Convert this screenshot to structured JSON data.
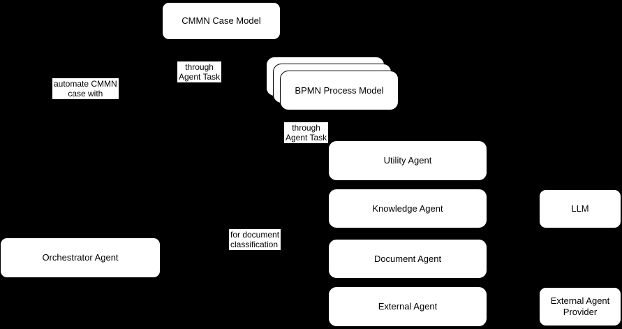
{
  "diagram": {
    "colors": {
      "background": "#000000",
      "node_fill": "#ffffff",
      "node_border": "#000000",
      "text": "#000000"
    },
    "nodes": {
      "cmmn": {
        "label": "CMMN Case Model"
      },
      "bpmn": {
        "label": "BPMN Process Model"
      },
      "utility": {
        "label": "Utility Agent"
      },
      "knowledge": {
        "label": "Knowledge Agent"
      },
      "llm": {
        "label": "LLM"
      },
      "document": {
        "label": "Document Agent"
      },
      "external": {
        "label": "External Agent"
      },
      "external_provider": {
        "label": "External Agent Provider"
      },
      "orchestrator": {
        "label": "Orchestrator Agent"
      }
    },
    "edge_labels": {
      "automate": {
        "line1": "automate CMMN",
        "line2": "case with"
      },
      "through_1": {
        "line1": "through",
        "line2": "Agent Task"
      },
      "through_2": {
        "line1": "through",
        "line2": "Agent Task"
      },
      "for_document": {
        "line1": "for document",
        "line2": "classification"
      }
    }
  }
}
